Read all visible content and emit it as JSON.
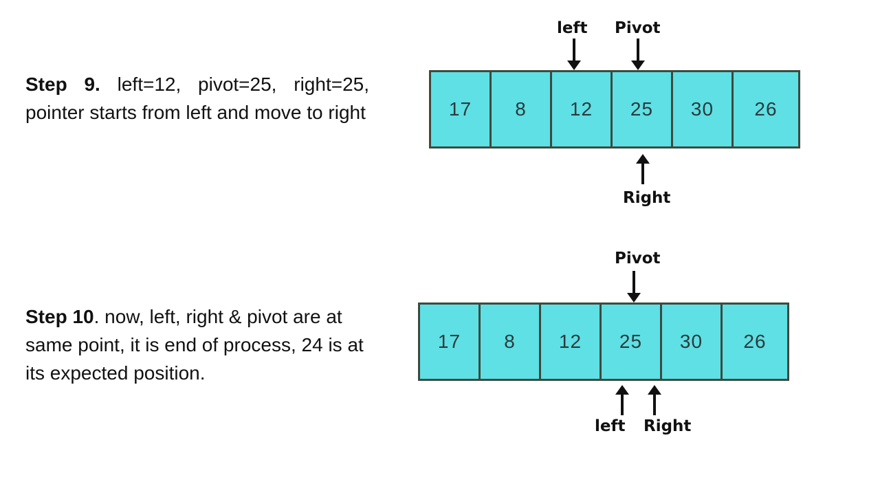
{
  "colors": {
    "cell_fill": "#5ee0e5",
    "cell_border": "#3d4a3e",
    "text": "#111111"
  },
  "steps": [
    {
      "heading": "Step 9.",
      "text": " left=12, pivot=25, right=25, pointer starts from left and move to right",
      "cells": [
        "17",
        "8",
        "12",
        "25",
        "30",
        "26"
      ],
      "labels": {
        "left": "left",
        "pivot": "Pivot",
        "right": "Right"
      }
    },
    {
      "heading": "Step 10",
      "text": ".  now, left, right & pivot are at same point, it is end of process, 24 is at its expected position.",
      "cells": [
        "17",
        "8",
        "12",
        "25",
        "30",
        "26"
      ],
      "labels": {
        "pivot": "Pivot",
        "left": "left",
        "right": "Right"
      }
    }
  ]
}
